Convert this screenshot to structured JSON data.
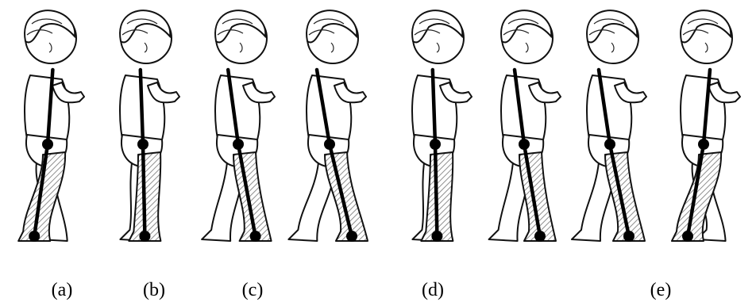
{
  "captions": [
    "(a)",
    "(b)",
    "(c)",
    "(d)",
    "(e)"
  ],
  "colors": {
    "ink": "#000000",
    "hatch": "#9a9a9a",
    "background": "#ffffff"
  },
  "figures": [
    {
      "group": "(a)",
      "stance": "right",
      "lean": -0.26
    },
    {
      "group": "(b)",
      "stance": "right",
      "lean": -0.02
    },
    {
      "group": "(c)",
      "stance": "right",
      "lean": 0.22
    },
    {
      "group": "(d)",
      "stance": "right",
      "lean": 0.3
    },
    {
      "group": "(d)",
      "stance": "left",
      "lean": -0.02
    },
    {
      "group": "(d)",
      "stance": "left",
      "lean": 0.2
    },
    {
      "group": "(e)",
      "stance": "right",
      "lean": 0.25
    },
    {
      "group": "(e)",
      "stance": "right",
      "lean": -0.3
    }
  ]
}
